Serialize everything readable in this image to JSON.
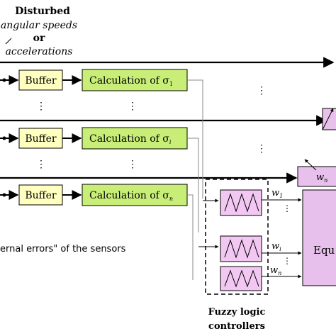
{
  "top_label": {
    "line1": "Disturbed",
    "line2": "angular speeds",
    "line3": "or",
    "line4": "accelerations"
  },
  "buffer_label": "Buffer",
  "calc_labels": {
    "row1": "Calculation of σ",
    "row1_sub": "1",
    "rowi": "Calculation of σ",
    "rowi_sub": "i",
    "rown": "Calculation of σ",
    "rown_sub": "n"
  },
  "weights": {
    "w1": "w",
    "w1_sub": "1",
    "wi": "w",
    "wi_sub": "i",
    "wn": "w",
    "wn_sub": "n",
    "wn_right": "w",
    "wn_right_sub": "n"
  },
  "ellipsis": "⋮",
  "internal_errors": "ernal errors\" of the sensors",
  "fuzzy_label": {
    "line1": "Fuzzy logic",
    "line2": "controllers"
  },
  "equ_label": "Equ",
  "colors": {
    "buffer_fill": "#ffffc0",
    "calc_fill": "#c8ee78",
    "fuzzy_fill": "#f2c8f2",
    "equ_fill": "#e8c0ec",
    "line": "#000000",
    "gray_line": "#888888"
  }
}
